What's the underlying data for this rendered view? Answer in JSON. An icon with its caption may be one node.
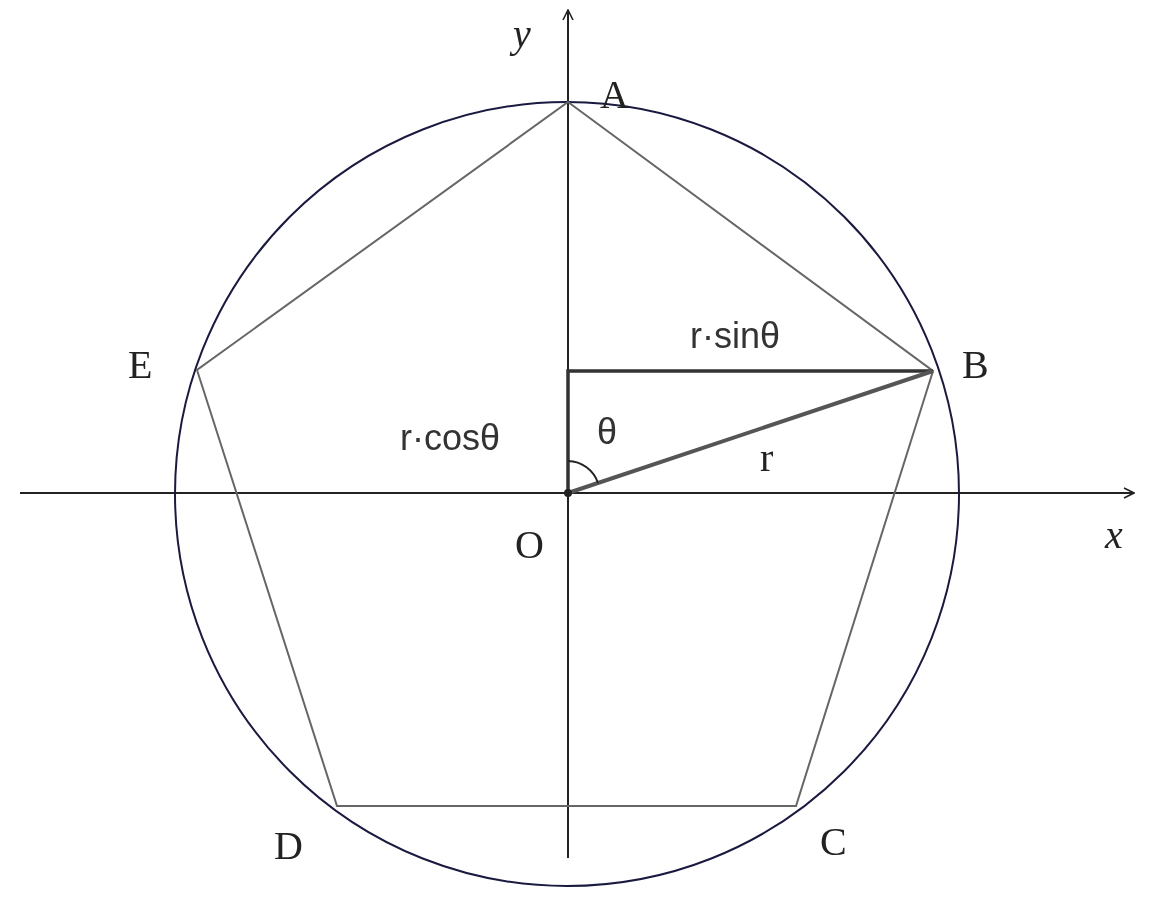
{
  "diagram": {
    "labels": [
      "y",
      "A",
      "E",
      "r·sinθ",
      "B",
      "r·cosθ",
      "θ",
      "r",
      "O",
      "x",
      "D",
      "C"
    ]
  }
}
